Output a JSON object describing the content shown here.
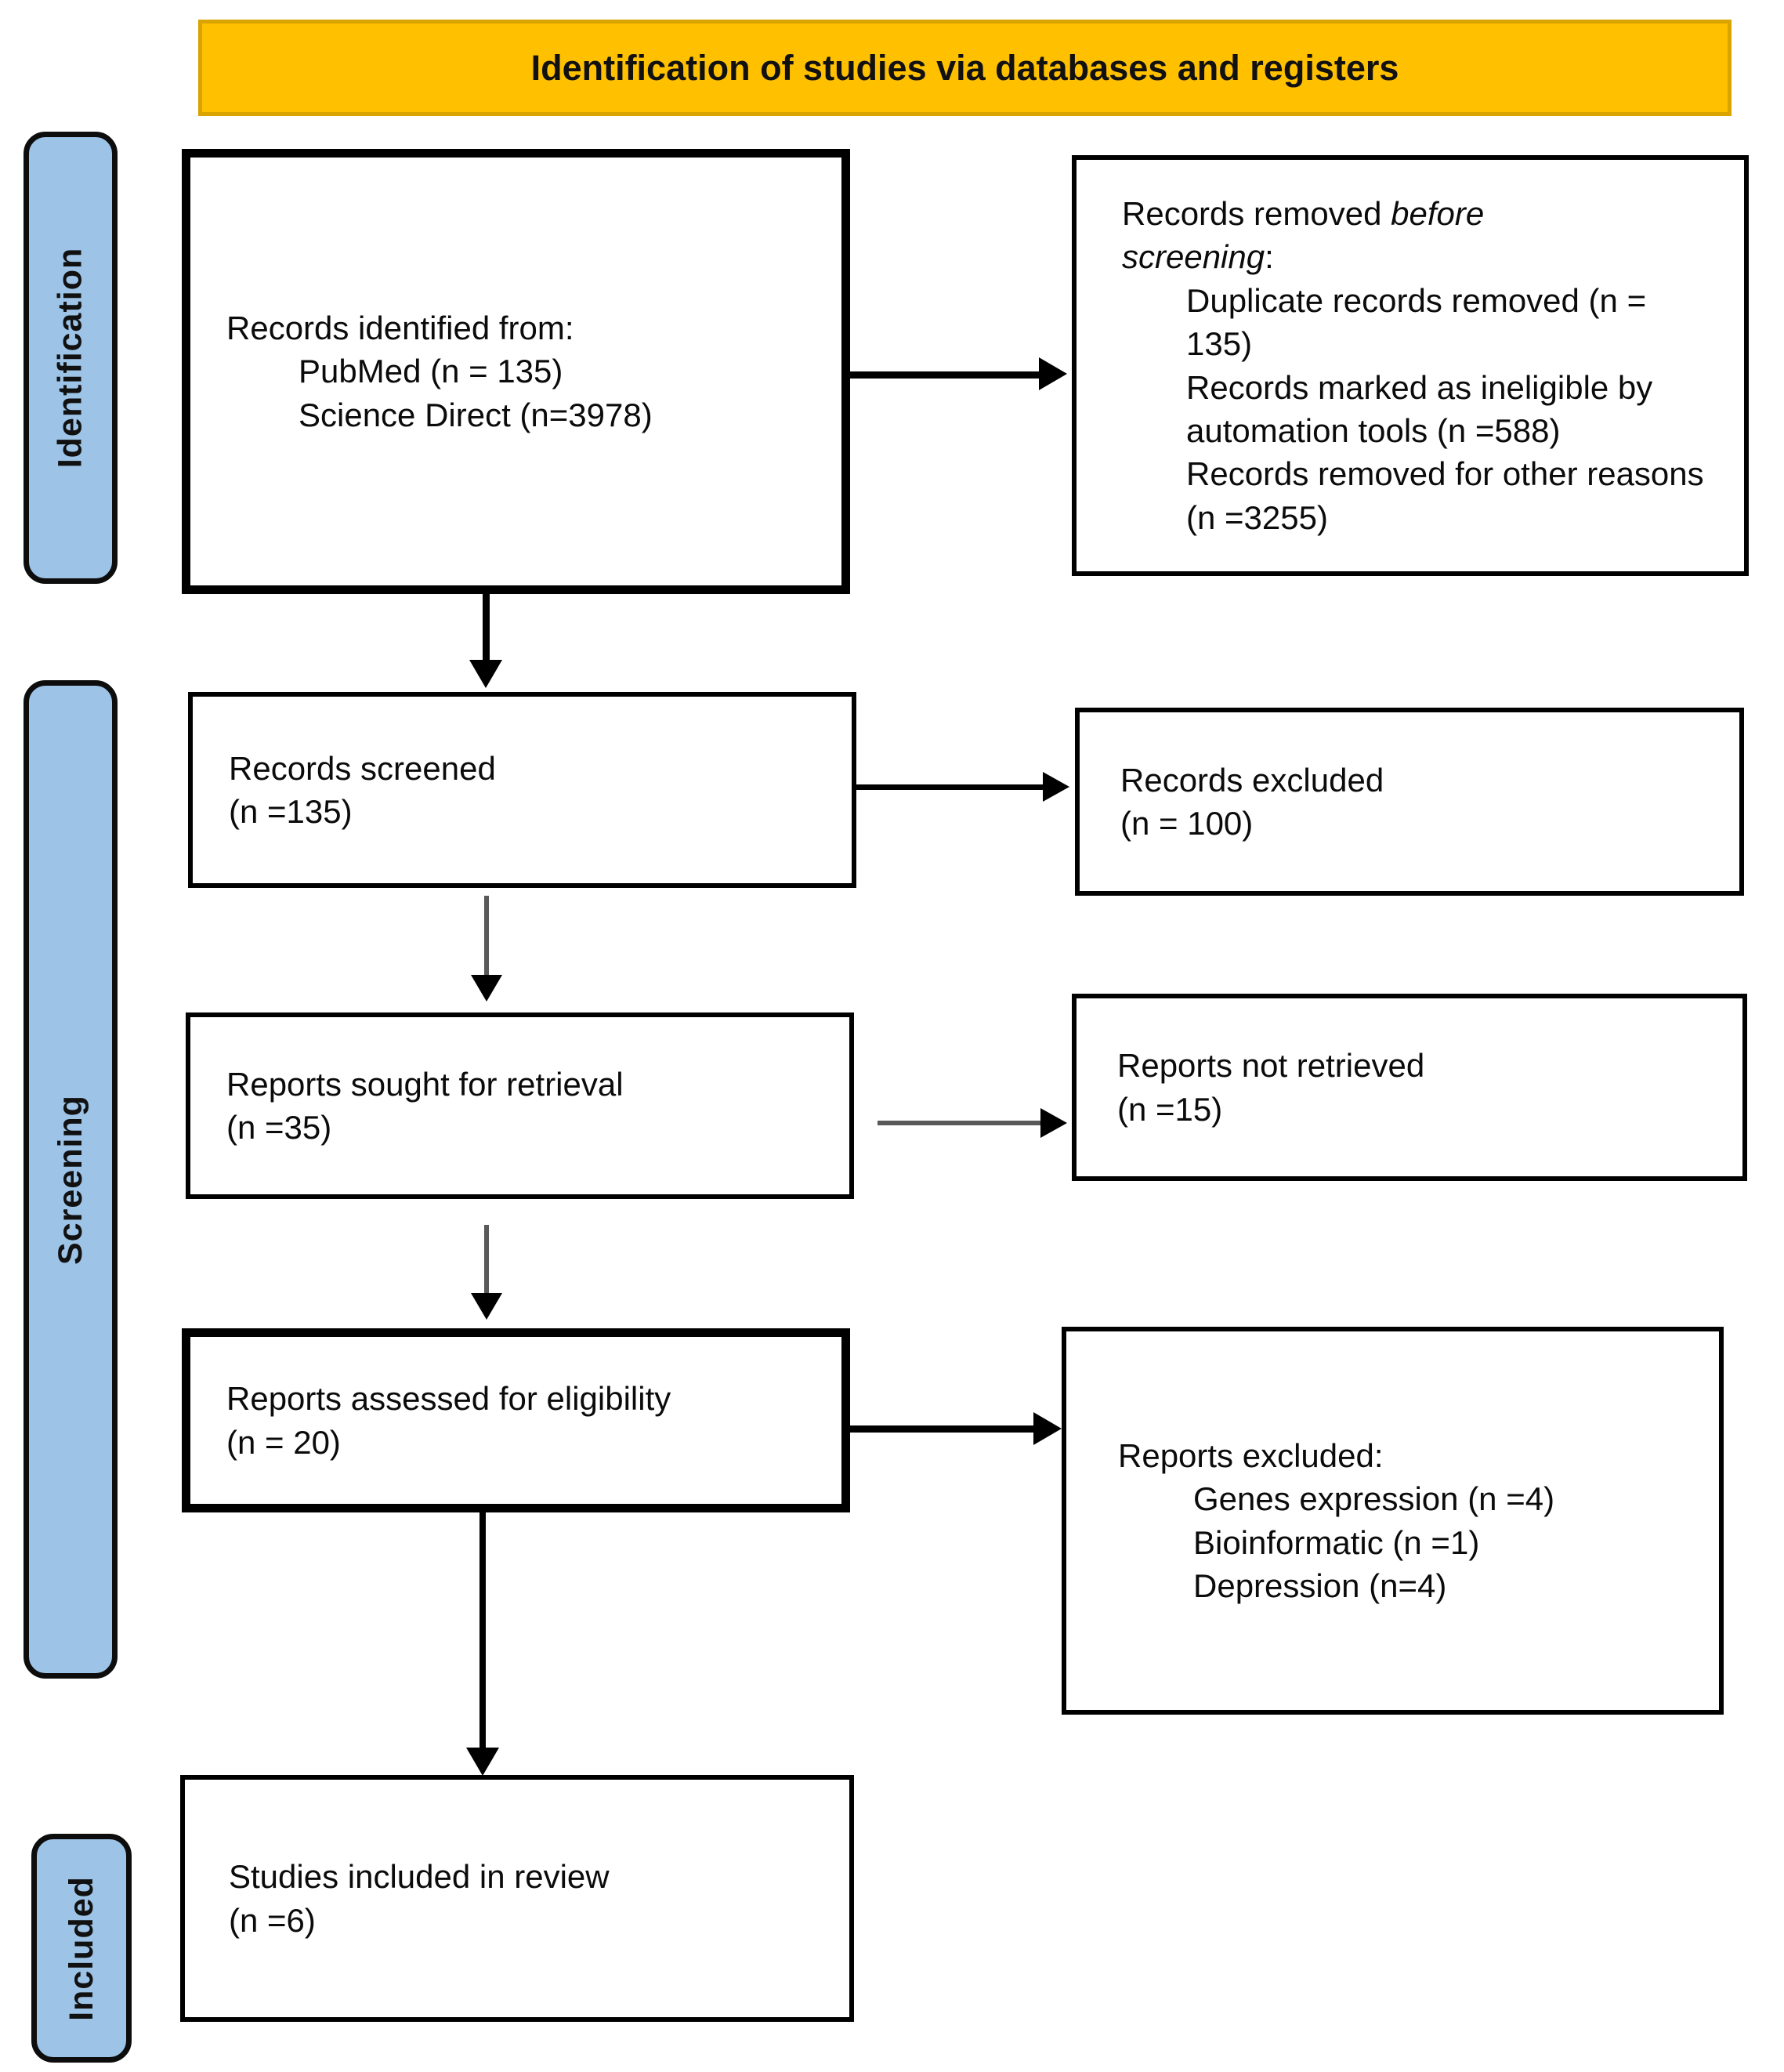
{
  "banner": {
    "title": "Identification of studies via databases and registers"
  },
  "stages": {
    "identification": "Identification",
    "screening": "Screening",
    "included": "Included"
  },
  "boxes": {
    "records_identified": {
      "heading": "Records identified from:",
      "items": [
        "PubMed (n = 135)",
        "Science Direct (n=3978)"
      ]
    },
    "records_removed": {
      "intro_plain": "Records removed ",
      "intro_italic": "before screening",
      "intro_suffix": ":",
      "items": [
        "Duplicate records removed (n = 135)",
        "Records marked as ineligible by automation tools (n =588)",
        "Records removed for other reasons (n =3255)"
      ]
    },
    "records_screened": {
      "line1": "Records screened",
      "line2": "(n =135)"
    },
    "records_excluded": {
      "line1": "Records excluded",
      "line2": "(n = 100)"
    },
    "reports_sought": {
      "line1": "Reports sought for retrieval",
      "line2": "(n =35)"
    },
    "reports_not_retrieved": {
      "line1": "Reports not retrieved",
      "line2": "(n =15)"
    },
    "reports_assessed": {
      "line1": "Reports assessed for eligibility",
      "line2": "(n = 20)"
    },
    "reports_excluded": {
      "heading": "Reports excluded:",
      "items": [
        "Genes expression (n =4)",
        "Bioinformatic (n =1)",
        "Depression (n=4)"
      ]
    },
    "studies_included": {
      "line1": "Studies included in review",
      "line2": "(n =6)"
    }
  },
  "colors": {
    "banner_fill": "#FFC000",
    "banner_border": "#D9A300",
    "stage_fill": "#9DC3E6",
    "box_border": "#000000",
    "arrow_gray": "#595959",
    "text": "#0B0B0B"
  }
}
